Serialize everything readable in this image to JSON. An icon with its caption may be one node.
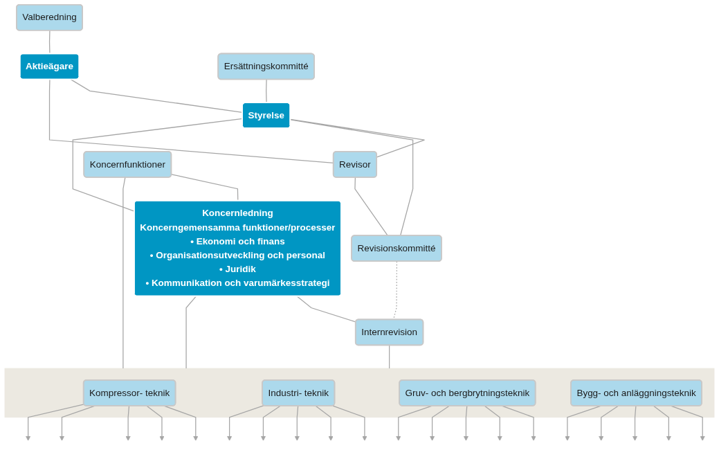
{
  "diagram": {
    "nodes": [
      {
        "text": [
          "Aktieägare"
        ]
      },
      {
        "text": [
          "Valberedning"
        ]
      },
      {
        "text": [
          "Revisor"
        ]
      },
      {
        "text": [
          "Styrelse"
        ]
      },
      {
        "text": [
          "Ersättningskommitté"
        ]
      },
      {
        "text": [
          "Revisionskommitté"
        ]
      },
      {
        "text": [
          "Koncernledning",
          "Koncerngemensamma funktioner/processer",
          "• Ekonomi och finans",
          "• Organisationsutveckling och personal",
          "• Juridik",
          "• Kommunikation och varumärkesstrategi"
        ]
      },
      {
        "text": [
          "Koncernfunktioner"
        ]
      },
      {
        "text": [
          "Internrevision"
        ]
      },
      {
        "text": [],
        "shape": "box"
      },
      {
        "text": [
          "Kompressor- teknik"
        ],
        "in": 9
      },
      {
        "text": [
          "Industri- teknik"
        ],
        "in": 9
      },
      {
        "text": [
          "Gruv- och bergbrytningsteknik"
        ],
        "in": 9
      },
      {
        "text": [
          "Bygg- och anläggningsteknik"
        ],
        "in": 9
      }
    ],
    "edges": [
      {
        "from": 1,
        "to": 0,
        "arrow": "none"
      },
      {
        "from": 0,
        "to": 3,
        "arrow": "none"
      },
      {
        "from": 0,
        "to": 2,
        "arrow": "none"
      },
      {
        "from": 3,
        "to": 2,
        "arrow": "none"
      },
      {
        "from": 2,
        "to": 5,
        "arrow": "none"
      },
      {
        "from": 4,
        "to": 3,
        "arrow": "none"
      },
      {
        "from": 3,
        "to": 5,
        "arrow": "none"
      },
      {
        "from": 3,
        "to": 6,
        "arrow": "none"
      },
      {
        "from": 5,
        "to": 8,
        "arrow": "none",
        "style": "dashed"
      },
      {
        "from": 7,
        "to": 6,
        "arrow": "none"
      },
      {
        "from": 6,
        "to": 8,
        "arrow": "none"
      },
      {
        "from": 7,
        "to": 9,
        "arrow": "none"
      },
      {
        "from": 6,
        "to": 9,
        "arrow": "none"
      },
      {
        "from": 8,
        "to": 9,
        "arrow": "none"
      },
      {
        "from": 10,
        "to": null,
        "arrow": "to"
      },
      {
        "from": 10,
        "to": null,
        "arrow": "to"
      },
      {
        "from": 10,
        "to": null,
        "arrow": "to"
      },
      {
        "from": 10,
        "to": null,
        "arrow": "to"
      },
      {
        "from": 10,
        "to": null,
        "arrow": "to"
      },
      {
        "from": 11,
        "to": null,
        "arrow": "to"
      },
      {
        "from": 11,
        "to": null,
        "arrow": "to"
      },
      {
        "from": 11,
        "to": null,
        "arrow": "to"
      },
      {
        "from": 11,
        "to": null,
        "arrow": "to"
      },
      {
        "from": 11,
        "to": null,
        "arrow": "to"
      },
      {
        "from": 12,
        "to": null,
        "arrow": "to"
      },
      {
        "from": 12,
        "to": null,
        "arrow": "to"
      },
      {
        "from": 12,
        "to": null,
        "arrow": "to"
      },
      {
        "from": 12,
        "to": null,
        "arrow": "to"
      },
      {
        "from": 12,
        "to": null,
        "arrow": "to"
      },
      {
        "from": 13,
        "to": null,
        "arrow": "to"
      },
      {
        "from": 13,
        "to": null,
        "arrow": "to"
      },
      {
        "from": 13,
        "to": null,
        "arrow": "to"
      },
      {
        "from": 13,
        "to": null,
        "arrow": "to"
      },
      {
        "from": 13,
        "to": null,
        "arrow": "to"
      }
    ]
  }
}
